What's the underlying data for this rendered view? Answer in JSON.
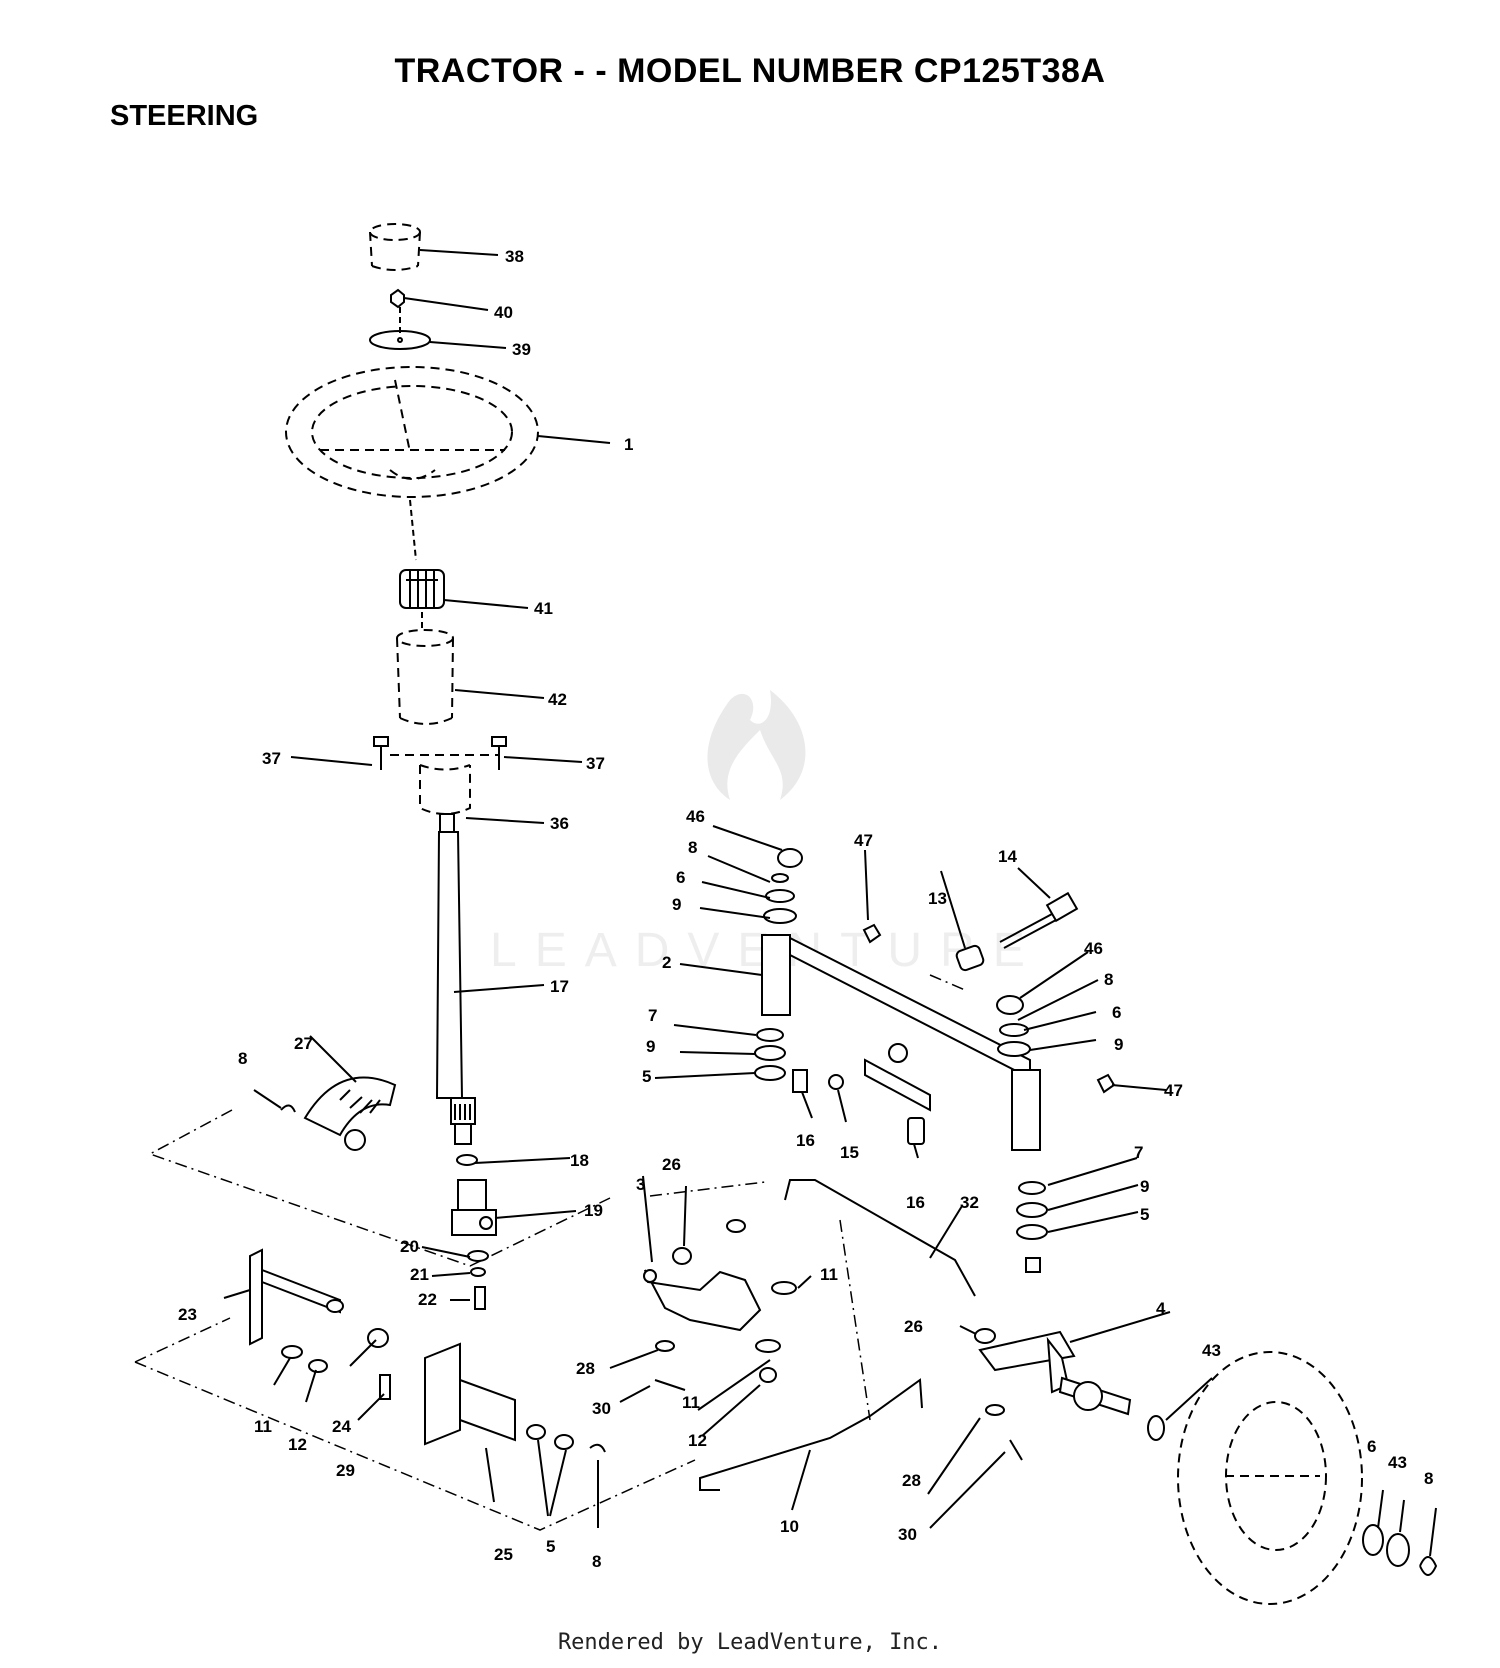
{
  "title": "TRACTOR - - MODEL NUMBER CP125T38A",
  "section": "STEERING",
  "footer": "Rendered by LeadVenture, Inc.",
  "watermark": "LEADVENTURE",
  "callouts": [
    "38",
    "40",
    "39",
    "1",
    "41",
    "42",
    "37",
    "37",
    "36",
    "17",
    "27",
    "8",
    "18",
    "19",
    "20",
    "21",
    "22",
    "23",
    "11",
    "12",
    "24",
    "29",
    "25",
    "5",
    "8",
    "46",
    "8",
    "6",
    "9",
    "47",
    "13",
    "14",
    "2",
    "46",
    "8",
    "6",
    "9",
    "7",
    "9",
    "5",
    "16",
    "15",
    "47",
    "16",
    "7",
    "9",
    "5",
    "3",
    "26",
    "11",
    "32",
    "26",
    "4",
    "28",
    "30",
    "11",
    "12",
    "28",
    "43",
    "10",
    "30",
    "6",
    "43",
    "8"
  ]
}
